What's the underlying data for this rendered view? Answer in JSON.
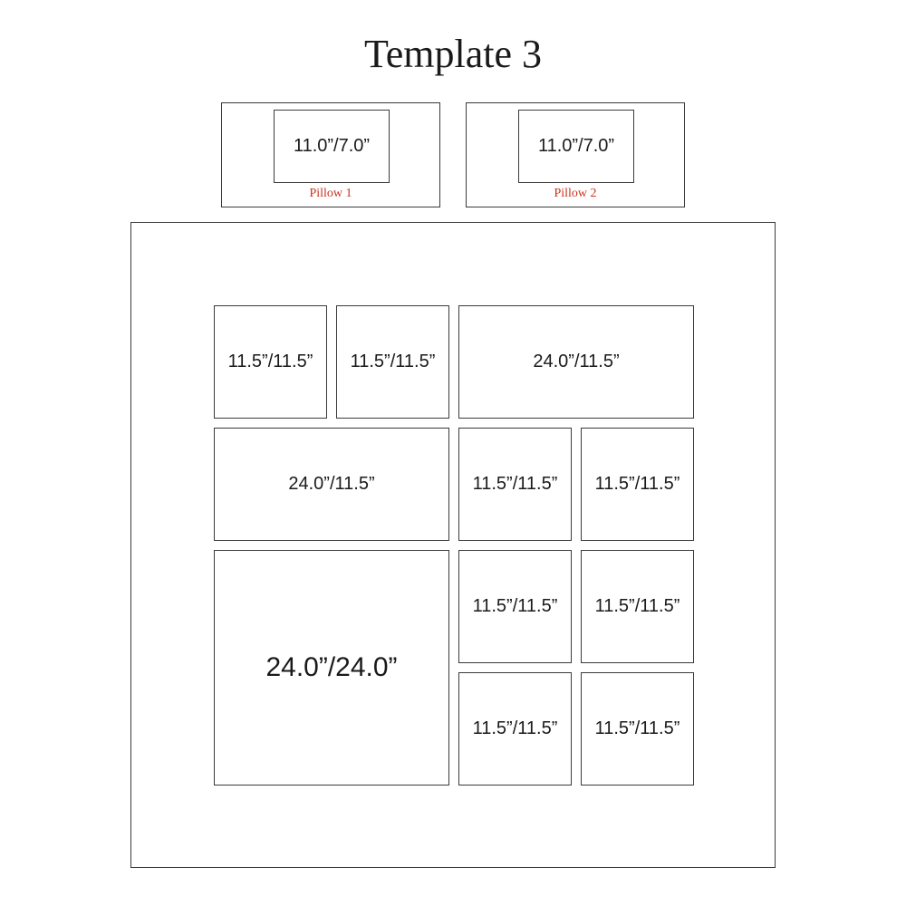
{
  "title": "Template 3",
  "pillows": [
    {
      "label": "Pillow 1",
      "size": "11.0”/7.0”"
    },
    {
      "label": "Pillow 2",
      "size": "11.0”/7.0”"
    }
  ],
  "quilt": {
    "blocks": [
      {
        "size": "11.5”/11.5”"
      },
      {
        "size": "11.5”/11.5”"
      },
      {
        "size": "24.0”/11.5”"
      },
      {
        "size": "24.0”/11.5”"
      },
      {
        "size": "11.5”/11.5”"
      },
      {
        "size": "11.5”/11.5”"
      },
      {
        "size": "24.0”/24.0”"
      },
      {
        "size": "11.5”/11.5”"
      },
      {
        "size": "11.5”/11.5”"
      },
      {
        "size": "11.5”/11.5”"
      },
      {
        "size": "11.5”/11.5”"
      }
    ]
  },
  "colors": {
    "pillow_label": "#c8321e",
    "outline": "#3a3a3a"
  }
}
